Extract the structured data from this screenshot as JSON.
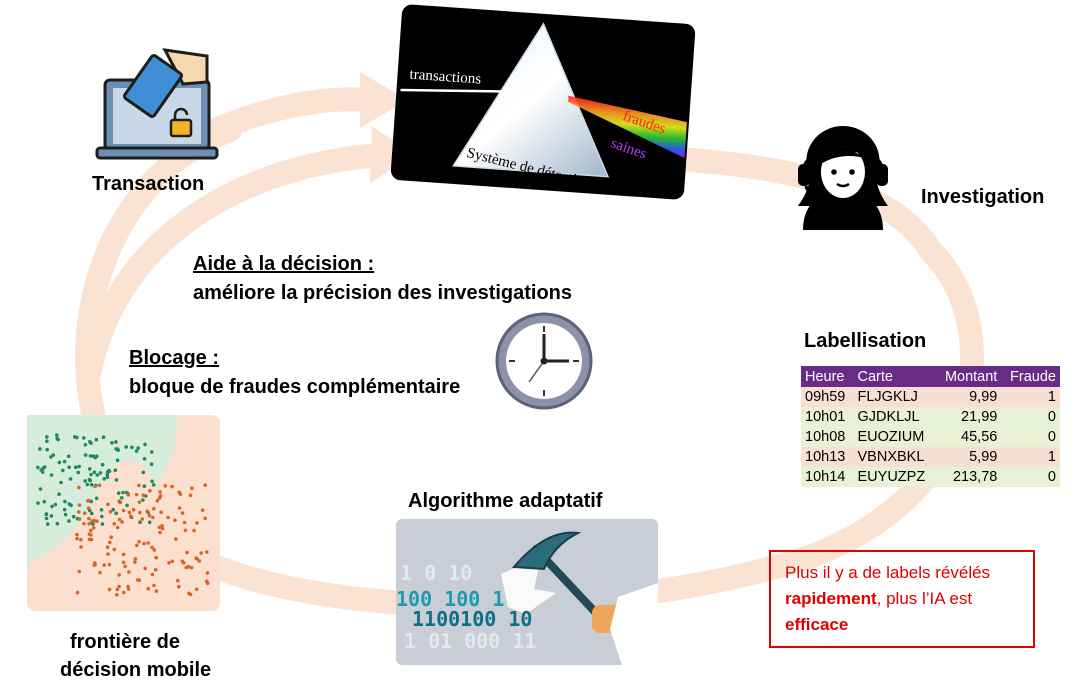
{
  "labels": {
    "transaction": "Transaction",
    "investigation": "Investigation",
    "labellisation": "Labellisation",
    "algorithme": "Algorithme adaptatif",
    "frontiere_line1": "frontière de",
    "frontiere_line2": "décision mobile"
  },
  "prism": {
    "transactions": "transactions",
    "fraudes": "fraudes",
    "saines": "saines",
    "systeme": "Système de détection"
  },
  "notes": {
    "aide_title": "Aide à la décision :",
    "aide_text": "améliore la précision des investigations",
    "blocage_title": "Blocage :",
    "blocage_text": "bloque de fraudes complémentaire"
  },
  "table": {
    "headers": [
      "Heure",
      "Carte",
      "Montant",
      "Fraude"
    ],
    "rows": [
      [
        "09h59",
        "FLJGKLJ",
        "9,99",
        "1"
      ],
      [
        "10h01",
        "GJDKLJL",
        "21,99",
        "0"
      ],
      [
        "10h08",
        "EUOZIUM",
        "45,56",
        "0"
      ],
      [
        "10h13",
        "VBNXBKL",
        "5,99",
        "1"
      ],
      [
        "10h14",
        "EUYUZPZ",
        "213,78",
        "0"
      ]
    ]
  },
  "callout": {
    "part1": "Plus il y a de labels révélés ",
    "bold1": "rapidement",
    "part2": ", plus l’IA est ",
    "bold2": "efficace"
  },
  "binary": {
    "faded1": "1 0 10",
    "row1": "100 100 1",
    "row2": "1100100 10",
    "faded2": "1 01 000 11"
  },
  "colors": {
    "cycle_arrow": "#fbe3d3",
    "table_header": "#6a2b86",
    "row_fraud": "#f8dfd3",
    "row_ok": "#e8f0d6",
    "callout_red": "#e00000",
    "binary_teal": "#1f9bb0"
  }
}
